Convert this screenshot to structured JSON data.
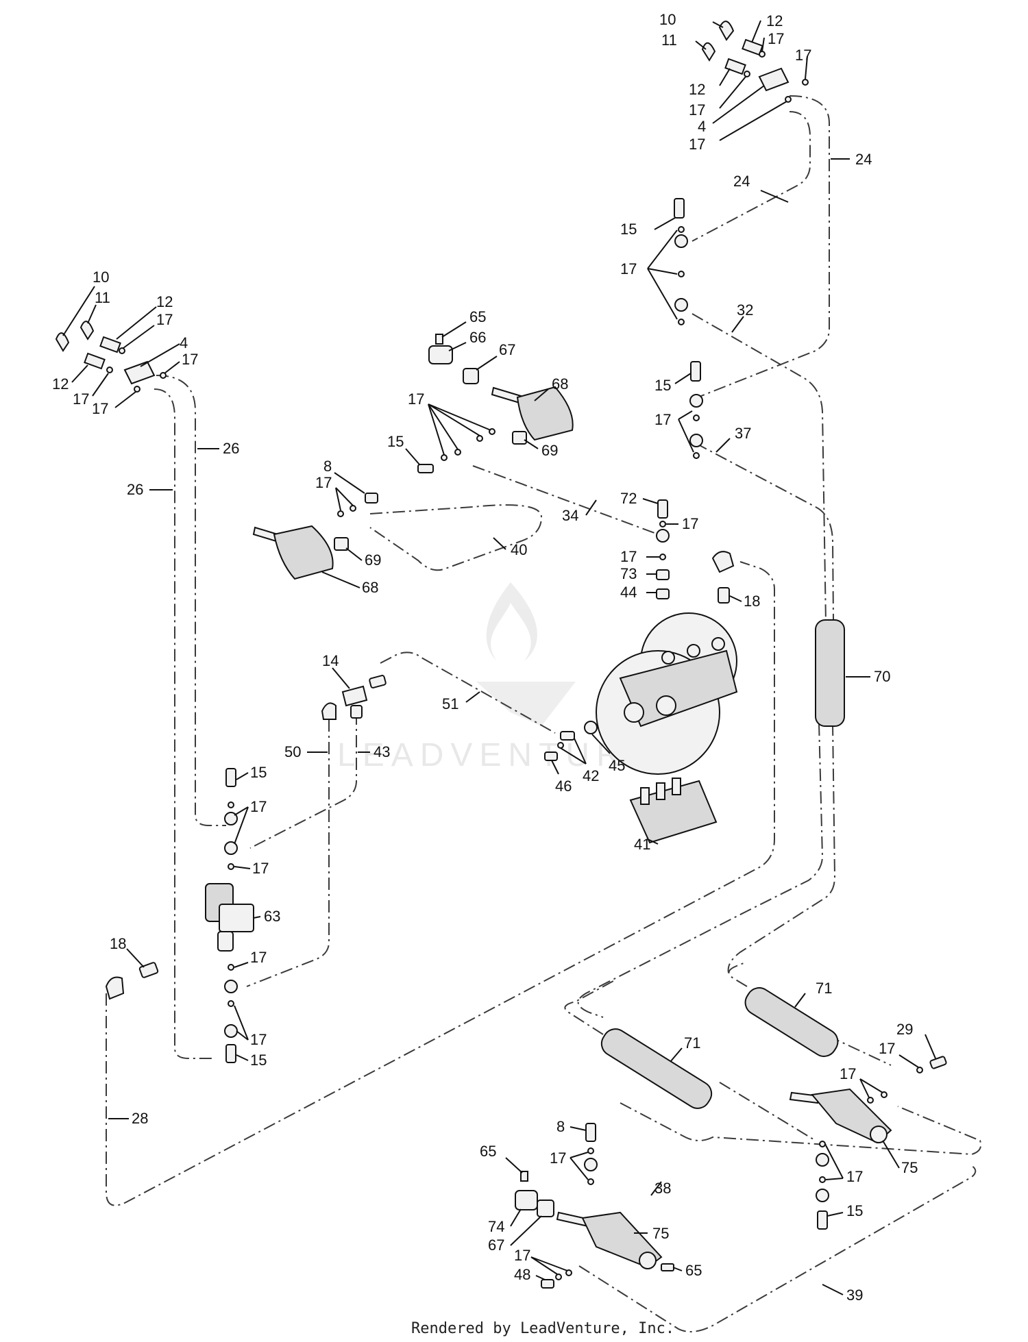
{
  "watermark": {
    "text": "LEADVENTURE"
  },
  "footer": {
    "text": "Rendered by LeadVenture, Inc."
  },
  "callouts": {
    "c10a": "10",
    "c11a": "11",
    "c12a": "12",
    "c17a": "17",
    "c17b": "17",
    "c12b": "12",
    "c17c": "17",
    "c4a": "4",
    "c17d": "17",
    "c24a": "24",
    "c24b": "24",
    "c15a": "15",
    "c17e": "17",
    "c32": "32",
    "c15b": "15",
    "c17f": "17",
    "c37": "37",
    "c10b": "10",
    "c11b": "11",
    "c12c": "12",
    "c17g": "17",
    "c4b": "4",
    "c17h": "17",
    "c12d": "12",
    "c17i": "17",
    "c17j": "17",
    "c26a": "26",
    "c26b": "26",
    "c65a": "65",
    "c66": "66",
    "c67a": "67",
    "c68a": "68",
    "c17k": "17",
    "c15c": "15",
    "c69a": "69",
    "c8a": "8",
    "c17l": "17",
    "c69b": "69",
    "c68b": "68",
    "c40": "40",
    "c34": "34",
    "c72": "72",
    "c17m": "17",
    "c17n": "17",
    "c73": "73",
    "c44": "44",
    "c18a": "18",
    "c14": "14",
    "c51": "51",
    "c50": "50",
    "c43": "43",
    "c70": "70",
    "c42": "42",
    "c45": "45",
    "c46": "46",
    "c41": "41",
    "c15d": "15",
    "c17o": "17",
    "c17p": "17",
    "c63": "63",
    "c18b": "18",
    "c17q": "17",
    "c17r": "17",
    "c15e": "15",
    "c28": "28",
    "c71a": "71",
    "c71b": "71",
    "c29": "29",
    "c17s": "17",
    "c17t": "17",
    "c75a": "75",
    "c17u": "17",
    "c15f": "15",
    "c8b": "8",
    "c65b": "65",
    "c17v": "17",
    "c38": "38",
    "c74": "74",
    "c67b": "67",
    "c75b": "75",
    "c17w": "17",
    "c48": "48",
    "c65c": "65",
    "c39": "39"
  }
}
